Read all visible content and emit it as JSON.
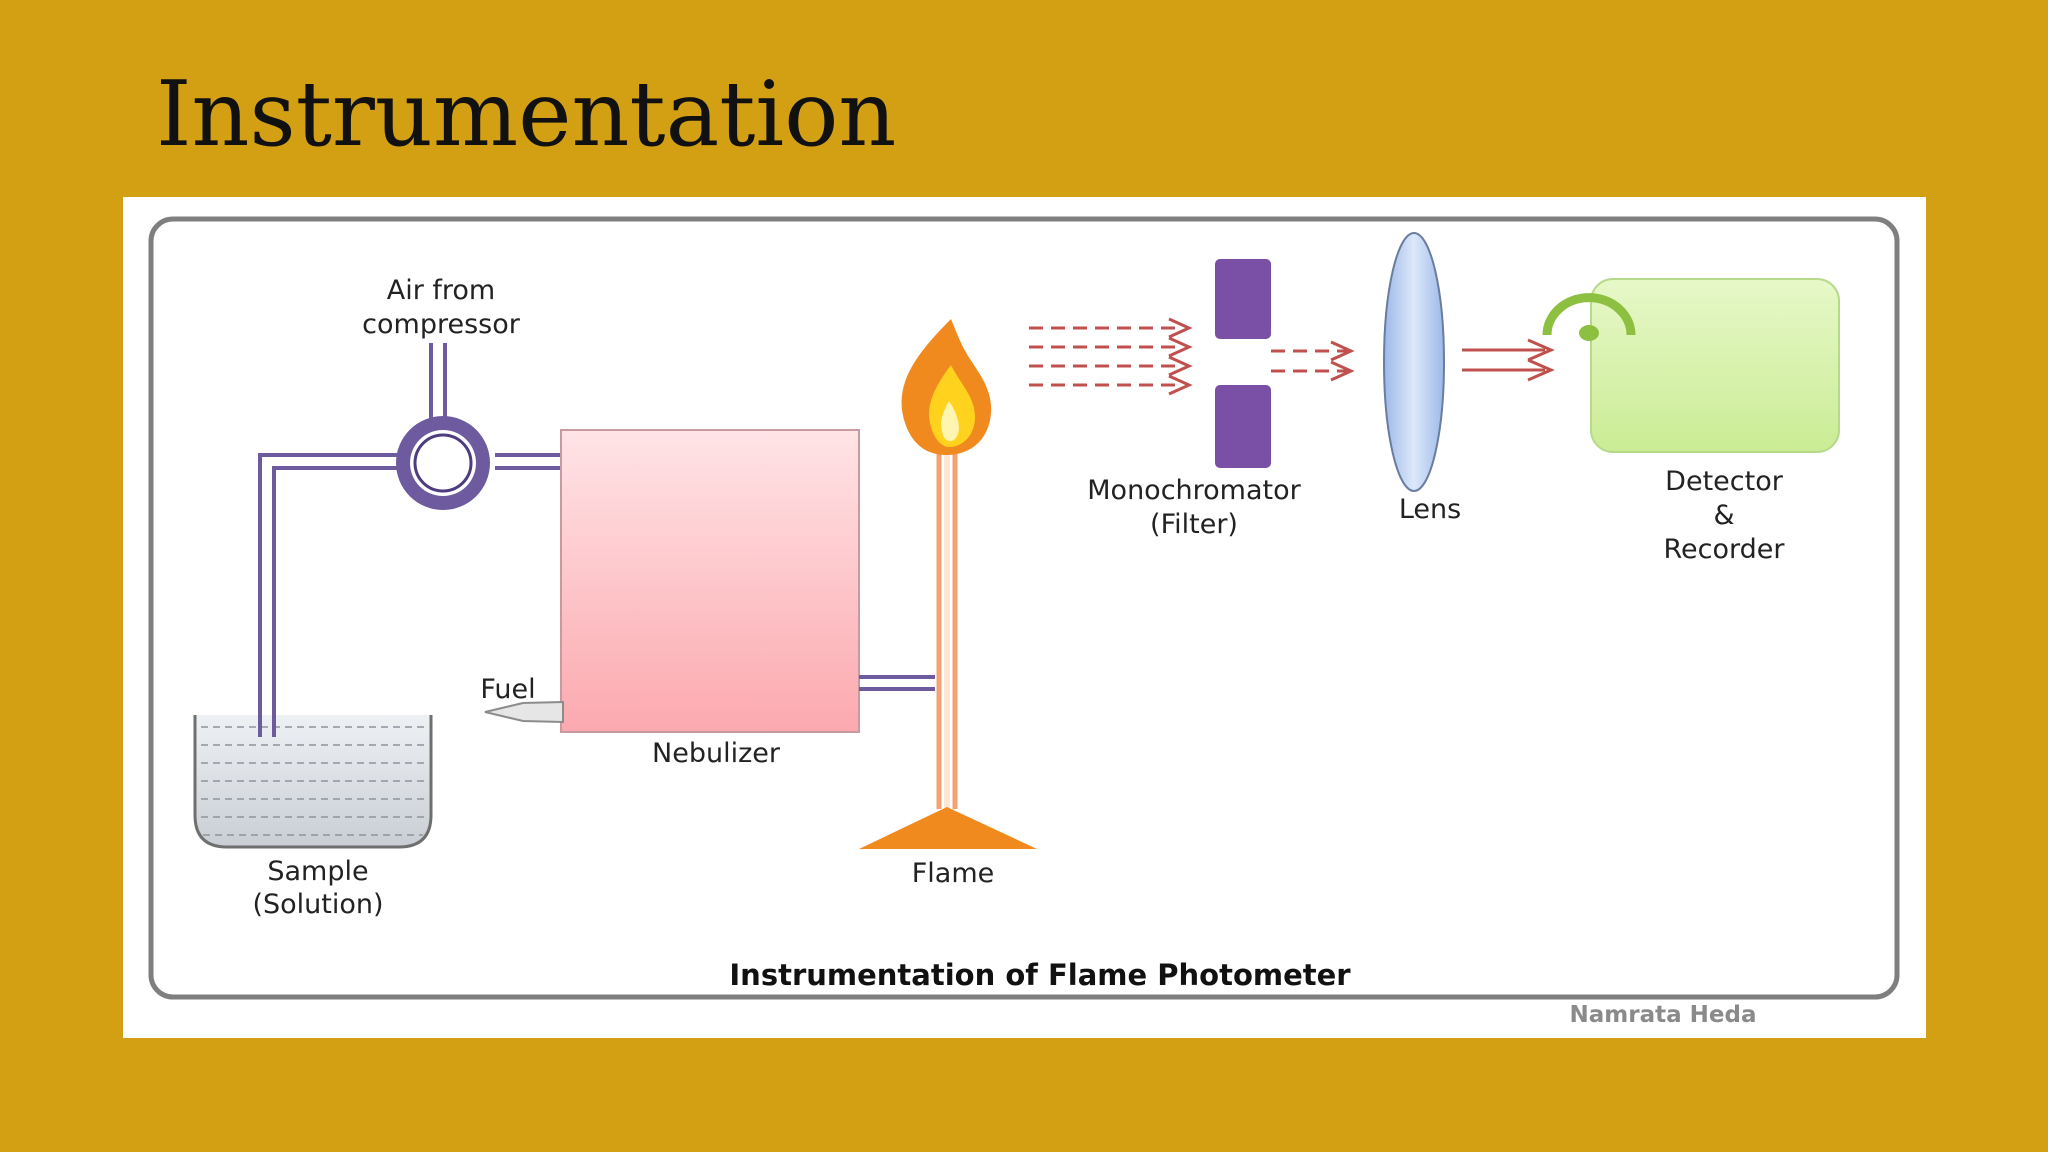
{
  "slide": {
    "title": "Instrumentation",
    "background_color": "#D2A012"
  },
  "diagram": {
    "labels": {
      "air_line1": "Air from",
      "air_line2": "compressor",
      "nebulizer": "Nebulizer",
      "fuel": "Fuel",
      "sample_line1": "Sample",
      "sample_line2": "(Solution)",
      "flame": "Flame",
      "monochromator_line1": "Monochromator",
      "monochromator_line2": "(Filter)",
      "lens": "Lens",
      "detector_line1": "Detector",
      "detector_line2": "&",
      "detector_line3": "Recorder"
    },
    "caption": "Instrumentation of Flame Photometer",
    "credit": "Namrata Heda",
    "colors": {
      "tube": "#6E5A9E",
      "nebulizer_top": "#FFE4E6",
      "nebulizer_bottom": "#FBA9AF",
      "flame_outer": "#F08A1E",
      "flame_inner": "#FFD21E",
      "burner": "#F4A070",
      "burner_base": "#F08A1E",
      "arrows": "#C0504D",
      "monochromator": "#7A4FA6",
      "lens": "#A8C4EE",
      "detector": "#D6F2A8",
      "detector_sensor": "#8DC040",
      "frame": "#7F7F7F"
    }
  }
}
